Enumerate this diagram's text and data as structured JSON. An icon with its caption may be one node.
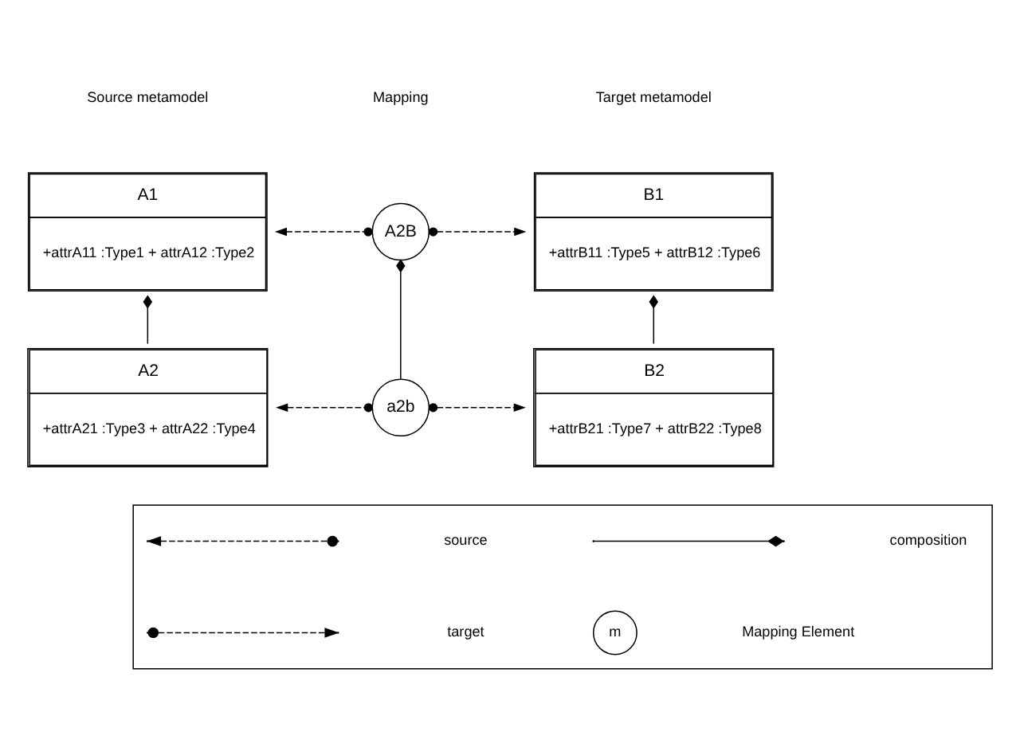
{
  "diagram": {
    "nodes": [
      {
        "text": [
          "A1",
          "+attrA11 :Type1 + attrA12 :Type2"
        ]
      },
      {
        "text": [
          "A2B"
        ]
      },
      {
        "text": [
          "B1",
          "+attrB11 :Type5 + attrB12 :Type6"
        ]
      },
      {
        "text": [
          "A2",
          "+attrA21 :Type3 + attrA22 :Type4"
        ]
      },
      {
        "text": [
          "a2b"
        ]
      },
      {
        "text": [
          "B2",
          "+attrB21 :Type7 + attrB22 :Type8"
        ]
      },
      {
        "text": [],
        "shape": "box"
      }
    ],
    "edges": [
      {
        "from": 1,
        "to": 0,
        "arrow": "to",
        "style": "dashed"
      },
      {
        "from": 1,
        "to": 2,
        "arrow": "to",
        "style": "dashed"
      },
      {
        "from": 3,
        "to": 0,
        "arrow": "other"
      },
      {
        "from": 4,
        "to": 1,
        "arrow": "other"
      },
      {
        "from": 5,
        "to": 2,
        "arrow": "other"
      },
      {
        "from": 4,
        "to": 3,
        "arrow": "to",
        "style": "dashed"
      },
      {
        "from": 4,
        "to": 5,
        "arrow": "to",
        "style": "dashed"
      }
    ],
    "labels": [
      "Source metamodel",
      "Mapping",
      "Target metamodel",
      "m"
    ],
    "legend": [
      {
        "text": "source"
      },
      {
        "text": "composition"
      },
      {
        "text": "target"
      },
      {
        "text": "Mapping Element"
      }
    ]
  }
}
